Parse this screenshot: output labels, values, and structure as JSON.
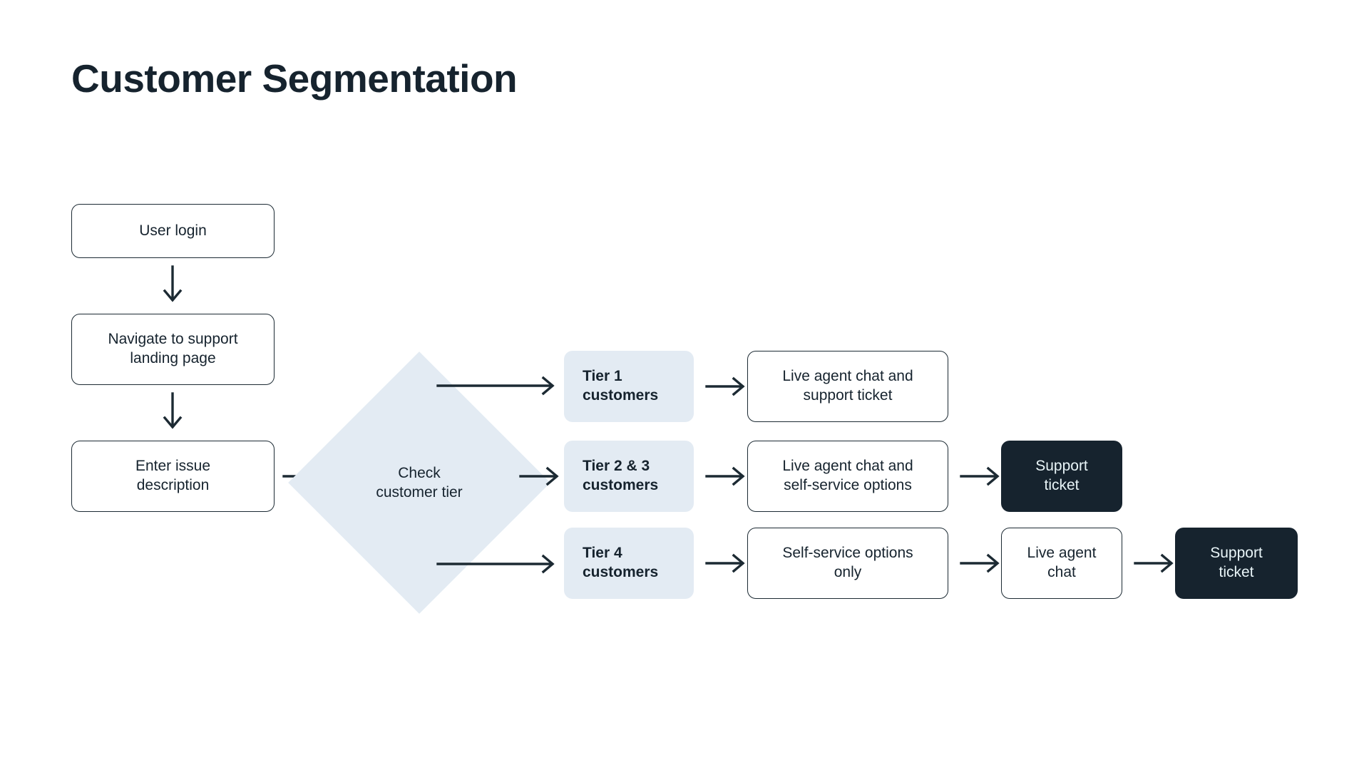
{
  "title": "Customer Segmentation",
  "colors": {
    "background": "#ffffff",
    "text": "#16232e",
    "stroke": "#1c2a33",
    "tier_fill": "#e3ebf3",
    "decision_fill": "#e3ebf3",
    "dark_fill": "#16232e",
    "dark_text": "#e9f5f8"
  },
  "diagram": {
    "type": "flowchart",
    "orientation": "left-to-right",
    "nodes": {
      "user_login": "User login",
      "navigate_support": "Navigate to support\nlanding page",
      "enter_issue": "Enter issue\ndescription",
      "check_tier": "Check\ncustomer tier",
      "tier1": "Tier 1\ncustomers",
      "tier23": "Tier 2 & 3\ncustomers",
      "tier4": "Tier 4\ncustomers",
      "outcome_tier1": "Live agent chat and\nsupport ticket",
      "outcome_tier23": "Live agent chat and\nself-service options",
      "outcome_tier4": "Self-service options\nonly",
      "support_ticket_row2": "Support\nticket",
      "live_agent_chat_row3": "Live agent\nchat",
      "support_ticket_row3": "Support\nticket"
    },
    "edges": [
      {
        "from": "user_login",
        "to": "navigate_support",
        "direction": "down"
      },
      {
        "from": "navigate_support",
        "to": "enter_issue",
        "direction": "down"
      },
      {
        "from": "enter_issue",
        "to": "check_tier",
        "direction": "right"
      },
      {
        "from": "check_tier",
        "to": "tier1",
        "direction": "right"
      },
      {
        "from": "check_tier",
        "to": "tier23",
        "direction": "right"
      },
      {
        "from": "check_tier",
        "to": "tier4",
        "direction": "right"
      },
      {
        "from": "tier1",
        "to": "outcome_tier1",
        "direction": "right"
      },
      {
        "from": "tier23",
        "to": "outcome_tier23",
        "direction": "right"
      },
      {
        "from": "tier4",
        "to": "outcome_tier4",
        "direction": "right"
      },
      {
        "from": "outcome_tier23",
        "to": "support_ticket_row2",
        "direction": "right"
      },
      {
        "from": "outcome_tier4",
        "to": "live_agent_chat_row3",
        "direction": "right"
      },
      {
        "from": "live_agent_chat_row3",
        "to": "support_ticket_row3",
        "direction": "right"
      }
    ]
  }
}
